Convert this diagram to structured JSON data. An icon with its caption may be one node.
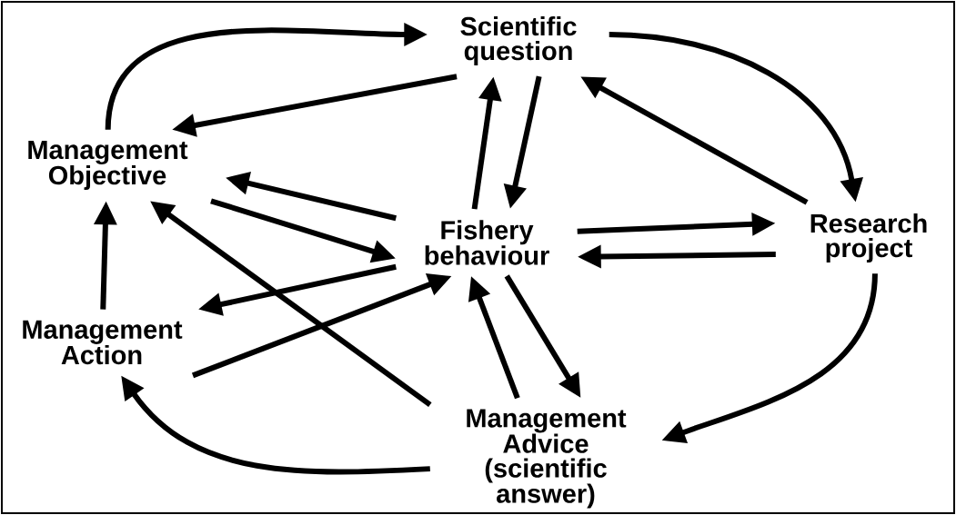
{
  "diagram": {
    "nodes": [
      {
        "text": [
          "Scientific question"
        ]
      },
      {
        "text": [
          "Management Objective"
        ]
      },
      {
        "text": [
          "Fishery behaviour"
        ]
      },
      {
        "text": [
          "Research project"
        ]
      },
      {
        "text": [
          "Management Action"
        ]
      },
      {
        "text": [
          "Management Advice (scientific answer)"
        ]
      }
    ],
    "edges": [
      {
        "from": 1,
        "to": 0,
        "arrow": "to"
      },
      {
        "from": 0,
        "to": 1,
        "arrow": "to"
      },
      {
        "from": 0,
        "to": 3,
        "arrow": "to"
      },
      {
        "from": 3,
        "to": 0,
        "arrow": "to"
      },
      {
        "from": 0,
        "to": 2,
        "arrow": "to"
      },
      {
        "from": 2,
        "to": 0,
        "arrow": "to"
      },
      {
        "from": 2,
        "to": 1,
        "arrow": "to"
      },
      {
        "from": 1,
        "to": 2,
        "arrow": "to"
      },
      {
        "from": 2,
        "to": 3,
        "arrow": "to"
      },
      {
        "from": 3,
        "to": 2,
        "arrow": "to"
      },
      {
        "from": 2,
        "to": 5,
        "arrow": "to"
      },
      {
        "from": 5,
        "to": 2,
        "arrow": "to"
      },
      {
        "from": 3,
        "to": 5,
        "arrow": "to"
      },
      {
        "from": 5,
        "to": 4,
        "arrow": "to"
      },
      {
        "from": 4,
        "to": 1,
        "arrow": "to"
      },
      {
        "from": 5,
        "to": 1,
        "arrow": "to"
      },
      {
        "from": 4,
        "to": 2,
        "arrow": "to"
      },
      {
        "from": 2,
        "to": 4,
        "arrow": "to"
      }
    ]
  }
}
